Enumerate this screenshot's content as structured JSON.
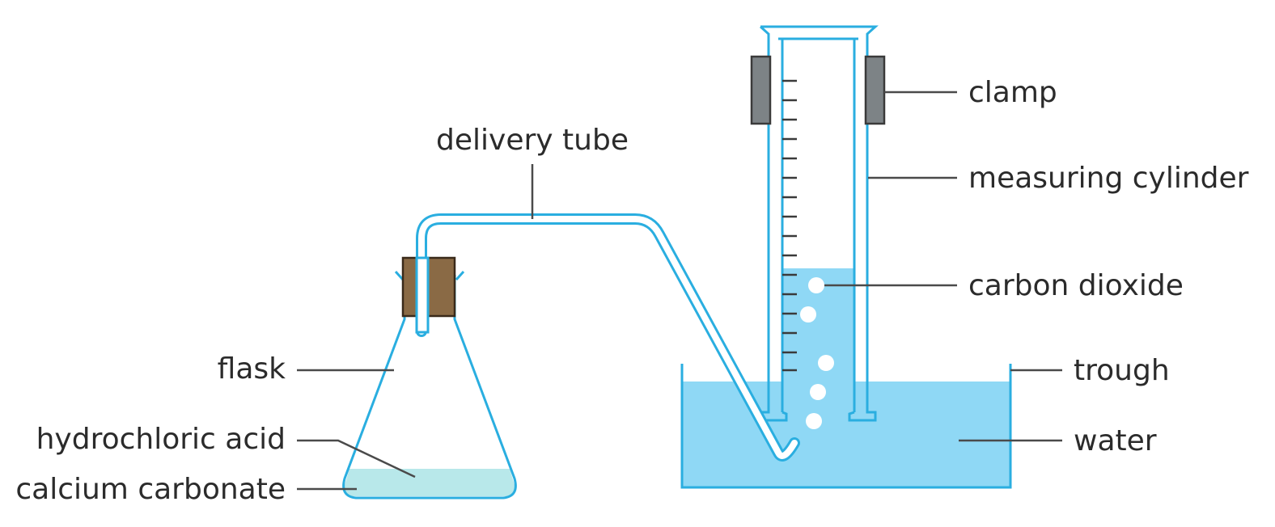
{
  "labels": {
    "delivery_tube": "delivery tube",
    "clamp": "clamp",
    "measuring_cylinder": "measuring cylinder",
    "carbon_dioxide": "carbon dioxide",
    "trough": "trough",
    "water": "water",
    "flask": "flask",
    "hydrochloric_acid": "hydrochloric acid",
    "calcium_carbonate": "calcium carbonate"
  },
  "colors": {
    "glass_outline": "#2aaee0",
    "water": "#8fd8f5",
    "acid": "#b8e8ea",
    "stopper": "#8a6a45",
    "clamp": "#7d8386",
    "bubble": "#ffffff",
    "leader": "#4a4a4a"
  }
}
